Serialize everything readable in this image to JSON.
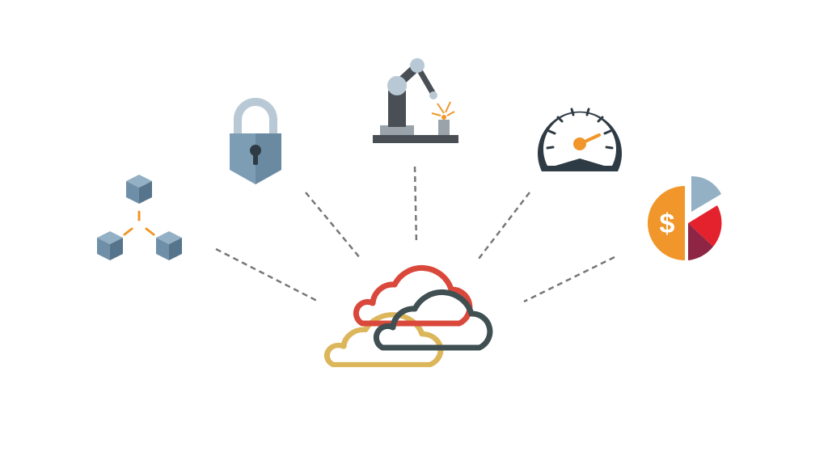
{
  "diagram": {
    "center": "multi-cloud",
    "spokes": [
      "blockchain-network",
      "security-lock",
      "industrial-robot",
      "performance-gauge",
      "financial-pie-chart"
    ],
    "pie_symbol": "$"
  },
  "colors": {
    "cloud_red": "#d9483b",
    "cloud_gray": "#3f4f52",
    "cloud_yellow": "#dcb65a",
    "icon_blue": "#6f8fa8",
    "icon_light_blue": "#93b0c4",
    "accent_orange": "#f0962a",
    "dark": "#2f3b44",
    "pie_red": "#e3222e",
    "pie_maroon": "#8e2545"
  }
}
